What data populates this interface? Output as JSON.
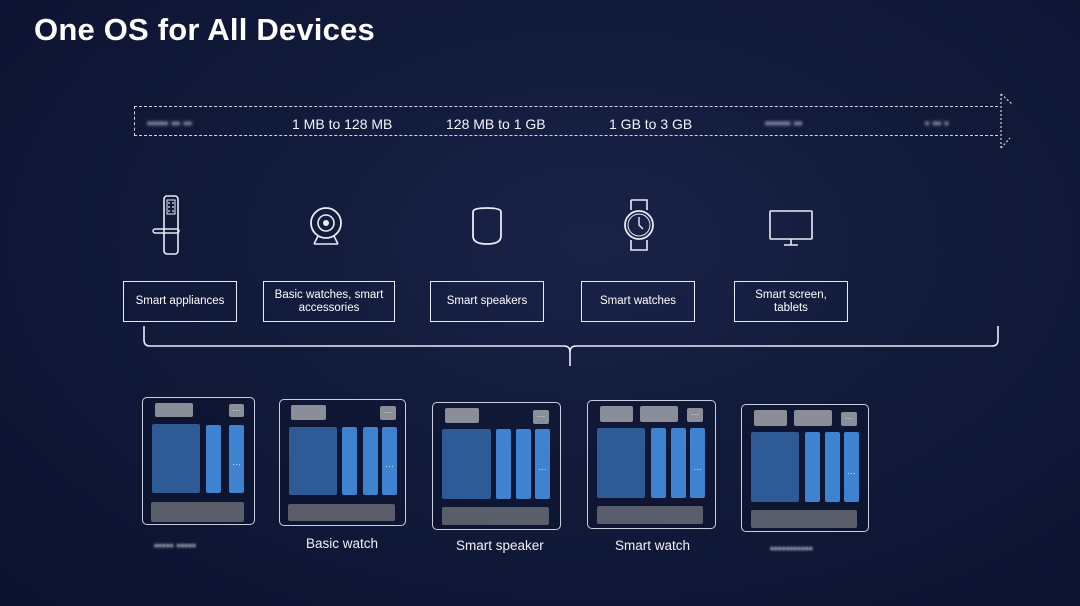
{
  "title": "One OS for All Devices",
  "memory_ranges": {
    "range_1": "1 MB to 128 MB",
    "range_2": "128 MB to 1 GB",
    "range_3": "1 GB to 3 GB"
  },
  "devices": [
    {
      "label": "Smart appliances",
      "icon": "door-lock-icon"
    },
    {
      "label": "Basic watches, smart accessories",
      "icon": "camera-icon"
    },
    {
      "label": "Smart speakers",
      "icon": "speaker-icon"
    },
    {
      "label": "Smart watches",
      "icon": "watch-icon"
    },
    {
      "label": "Smart screen, tablets",
      "icon": "monitor-icon"
    }
  ],
  "mockups": [
    {
      "label": ""
    },
    {
      "label": "Basic watch"
    },
    {
      "label": "Smart speaker"
    },
    {
      "label": "Smart watch"
    },
    {
      "label": ""
    }
  ],
  "colors": {
    "background": "#121a3a",
    "module_blue": "#3f82d0",
    "module_dark_blue": "#2e5a96",
    "module_gray": "#8a8e98"
  }
}
